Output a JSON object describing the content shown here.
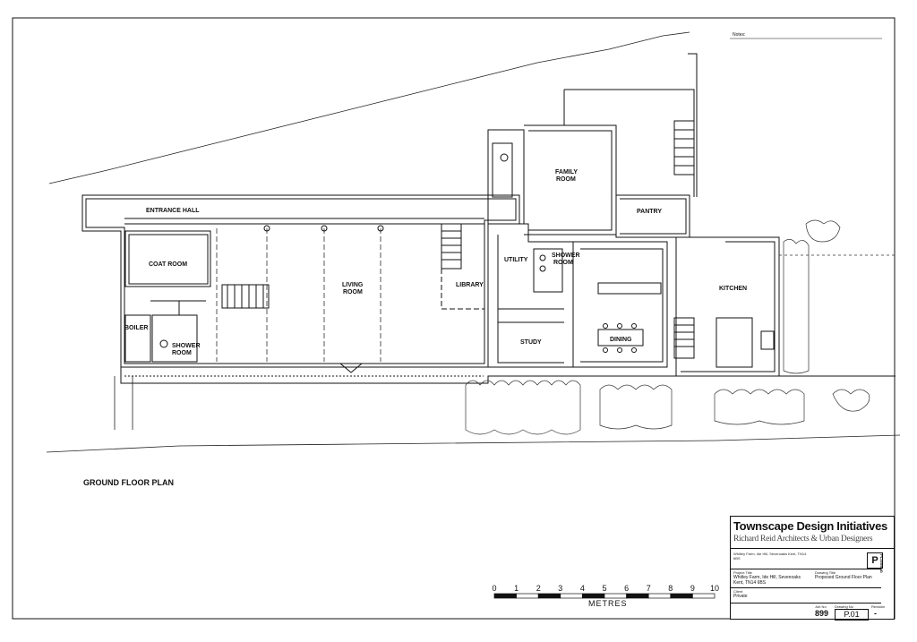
{
  "sheet": {
    "notes_label": "Notes:",
    "plan_title": "GROUND FLOOR PLAN"
  },
  "rooms": {
    "entrance_hall": "ENTRANCE HALL",
    "coat_room": "COAT ROOM",
    "boiler": "BOILER",
    "shower_room_left_1": "SHOWER",
    "shower_room_left_2": "ROOM",
    "living_room_1": "LIVING",
    "living_room_2": "ROOM",
    "library": "LIBRARY",
    "utility": "UTILITY",
    "shower_room_right_1": "SHOWER",
    "shower_room_right_2": "ROOM",
    "study": "STUDY",
    "family_room_1": "FAMILY",
    "family_room_2": "ROOM",
    "pantry": "PANTRY",
    "dining": "DINING",
    "kitchen": "KITCHEN"
  },
  "scale_bar": {
    "ticks": [
      "0",
      "1",
      "2",
      "3",
      "4",
      "5",
      "6",
      "7",
      "8",
      "9",
      "10"
    ],
    "unit": "METRES"
  },
  "title_block": {
    "firm": "Townscape Design Initiatives",
    "subtitle": "Richard Reid Architects & Urban Designers",
    "address": "Whitley Farm, Ide Hill, Sevenoaks Kent, TN14 6BS",
    "project_label": "Project Title",
    "project_line1": "Whitley Farm, Ide Hill, Sevenoaks",
    "project_line2": "Kent, TN14 6BS",
    "drawing_label": "Drawing Title",
    "drawing_title": "Proposed Ground Floor Plan",
    "client_label": "Client",
    "client": "Private",
    "job_label": "Job No",
    "job_no": "899",
    "drawing_no_label": "Drawing No",
    "drawing_no": "P.01",
    "revision_label": "Revision",
    "revision": "-",
    "status_letter": "P",
    "vertical_label": "PLANNING"
  }
}
